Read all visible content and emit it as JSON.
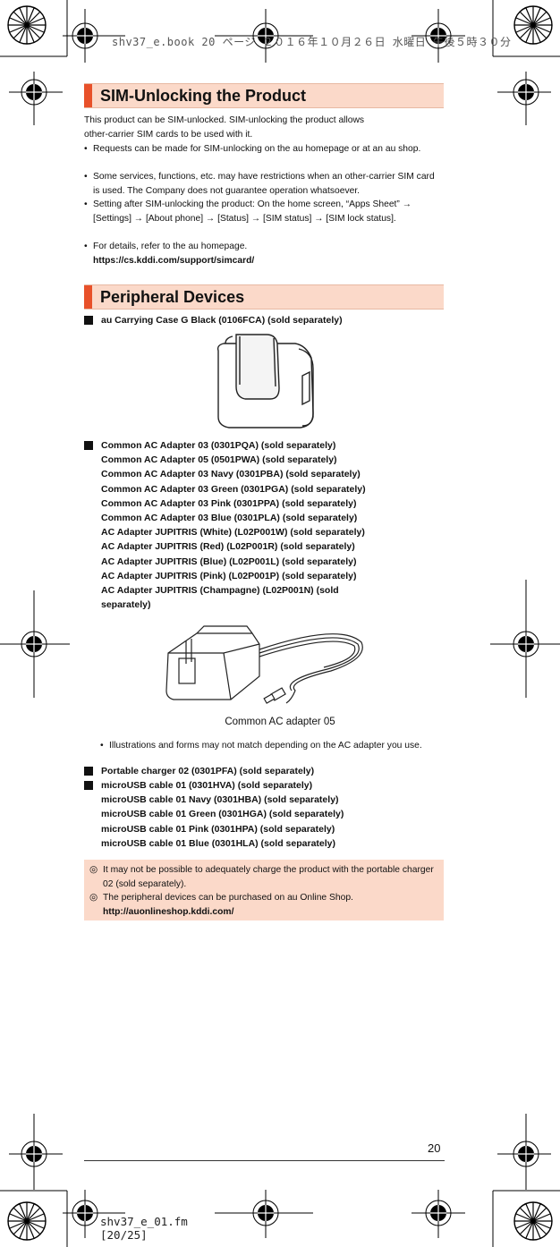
{
  "header": {
    "print_info": "shv37_e.book  20 ページ  ２０１６年１０月２６日  水曜日  午後５時３０分"
  },
  "sim_section": {
    "title": "SIM-Unlocking the Product",
    "intro_1": "This product can be SIM-unlocked. SIM-unlocking the product allows",
    "intro_2": "other-carrier SIM cards to be used with it.",
    "bullets": [
      "Requests can be made for SIM-unlocking on the au homepage or at an au shop.",
      "Some services, functions, etc. may have restrictions when an other-carrier SIM card is used. The Company does not guarantee operation whatsoever.",
      "Setting after SIM-unlocking the product: On the home screen, “Apps Sheet” → [Settings] → [About phone] → [Status] → [SIM status] → [SIM lock status].",
      "For details, refer to the au homepage."
    ],
    "url": "https://cs.kddi.com/support/simcard/"
  },
  "peripheral_section": {
    "title": "Peripheral Devices",
    "carrying_case": "au Carrying Case G Black (0106FCA) (sold separately)",
    "adapters": [
      "Common AC Adapter 03 (0301PQA) (sold separately)",
      "Common AC Adapter 05 (0501PWA) (sold separately)",
      "Common AC Adapter 03 Navy (0301PBA) (sold separately)",
      "Common AC Adapter 03 Green (0301PGA) (sold separately)",
      "Common AC Adapter 03 Pink (0301PPA) (sold separately)",
      "Common AC Adapter 03 Blue (0301PLA) (sold separately)",
      "AC Adapter JUPITRIS (White) (L02P001W) (sold separately)",
      "AC Adapter JUPITRIS (Red) (L02P001R) (sold separately)",
      "AC Adapter JUPITRIS (Blue) (L02P001L) (sold separately)",
      "AC Adapter JUPITRIS (Pink) (L02P001P) (sold separately)",
      "AC Adapter JUPITRIS (Champagne) (L02P001N) (sold",
      "separately)"
    ],
    "adapter_caption": "Common AC adapter 05",
    "adapter_note": "Illustrations and forms may not match depending on the AC adapter you use.",
    "portable_charger": "Portable charger 02 (0301PFA) (sold separately)",
    "usb_cables": [
      "microUSB cable 01 (0301HVA) (sold separately)",
      "microUSB cable 01 Navy (0301HBA) (sold separately)",
      "microUSB cable 01 Green (0301HGA) (sold separately)",
      "microUSB cable 01 Pink (0301HPA) (sold separately)",
      "microUSB cable 01 Blue (0301HLA) (sold separately)"
    ]
  },
  "notes": {
    "marker": "◎",
    "note_1": "It may not be possible to adequately charge the product with the portable charger 02 (sold separately).",
    "note_2": "The peripheral devices can be purchased on au Online Shop.",
    "note_url": "http://auonlineshop.kddi.com/"
  },
  "footer": {
    "page_number": "20",
    "file_name": "shv37_e_01.fm",
    "page_ref": "[20/25]"
  },
  "colors": {
    "section_band": "#fbd9c9",
    "section_accent": "#e8512a"
  }
}
